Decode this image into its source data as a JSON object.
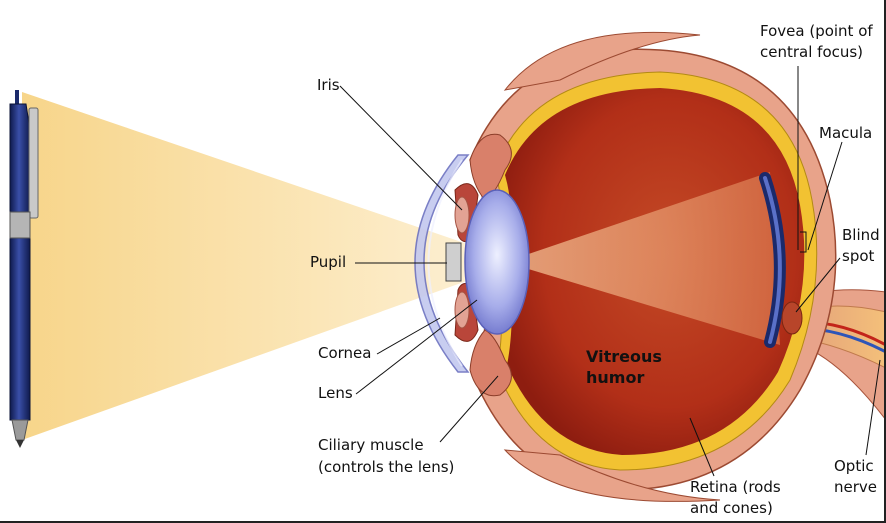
{
  "labels": {
    "iris": "Iris",
    "pupil": "Pupil",
    "cornea": "Cornea",
    "lens": "Lens",
    "ciliary_line1": "Ciliary muscle",
    "ciliary_line2": "(controls the lens)",
    "fovea_line1": "Fovea (point of",
    "fovea_line2": "central focus)",
    "macula": "Macula",
    "blind_line1": "Blind",
    "blind_line2": "spot",
    "optic_line1": "Optic",
    "optic_line2": "nerve",
    "retina_line1": "Retina (rods",
    "retina_line2": "and cones)",
    "vitreous_line1": "Vitreous",
    "vitreous_line2": "humor"
  },
  "colors": {
    "light_beam": "#f6d68c",
    "vitreous": "#b8321c",
    "sclera": "#e8a38a",
    "retina_yellow": "#f2c232",
    "cornea_lens": "#b7bde8",
    "pen_body": "#1b2a6b"
  }
}
